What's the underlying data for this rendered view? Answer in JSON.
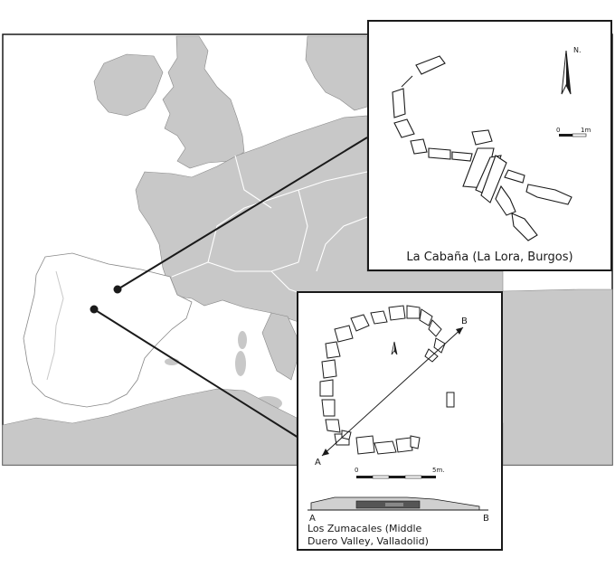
{
  "map": {
    "colors": {
      "land": "#c8c8c8",
      "sea": "#ffffff",
      "borders": "#ffffff",
      "highlight_land": "#ffffff",
      "outline": "#1a1a1a"
    },
    "markers": [
      {
        "site": "La Cabaña"
      },
      {
        "site": "Los Zumacales"
      }
    ]
  },
  "panel_cabana": {
    "caption": "La Cabaña (La Lora, Burgos)",
    "north_label": "N.",
    "scale_start": "0",
    "scale_end": "1m"
  },
  "panel_zumacales": {
    "caption_line1": "Los Zumacales (Middle",
    "caption_line2": "Duero Valley, Valladolid)",
    "section_start": "A",
    "section_end": "B",
    "profile_start": "A",
    "profile_end": "B",
    "scale_start": "0",
    "scale_end": "5m."
  }
}
